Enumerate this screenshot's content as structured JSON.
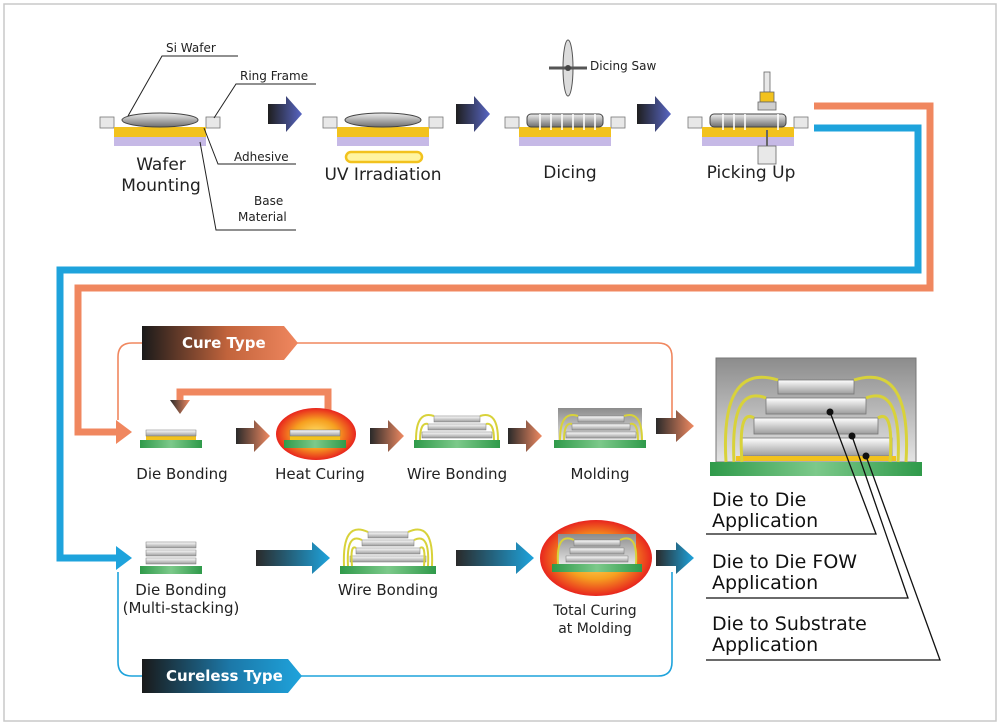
{
  "top_process": {
    "wafer_callouts": {
      "si_wafer": "Si Wafer",
      "ring_frame": "Ring Frame",
      "adhesive": "Adhesive",
      "base_material": [
        "Base",
        "Material"
      ]
    },
    "steps": {
      "wafer_mounting": [
        "Wafer",
        "Mounting"
      ],
      "uv_irradiation": "UV Irradiation",
      "dicing": "Dicing",
      "dicing_saw": "Dicing Saw",
      "picking_up": "Picking Up"
    }
  },
  "cure_type": {
    "banner": "Cure Type",
    "steps": {
      "die_bonding": "Die Bonding",
      "heat_curing": "Heat Curing",
      "wire_bonding": "Wire Bonding",
      "molding": "Molding"
    }
  },
  "cureless_type": {
    "banner": "Cureless Type",
    "steps": {
      "die_bonding": [
        "Die Bonding",
        "(Multi-stacking)"
      ],
      "wire_bonding": "Wire Bonding",
      "total_curing": [
        "Total Curing",
        "at Molding"
      ]
    }
  },
  "applications": [
    [
      "Die to Die",
      "Application"
    ],
    [
      "Die to Die FOW",
      "Application"
    ],
    [
      "Die to Substrate",
      "Application"
    ]
  ],
  "colors": {
    "cure_path": "#f0875f",
    "cureless_path": "#1ea3dc",
    "adhesive": "#f2c21d",
    "substrate": "#2f9a4a",
    "wire": "#d8d23a",
    "heat_glow": "#e8251e",
    "step_arrow": "#5a63b8"
  }
}
